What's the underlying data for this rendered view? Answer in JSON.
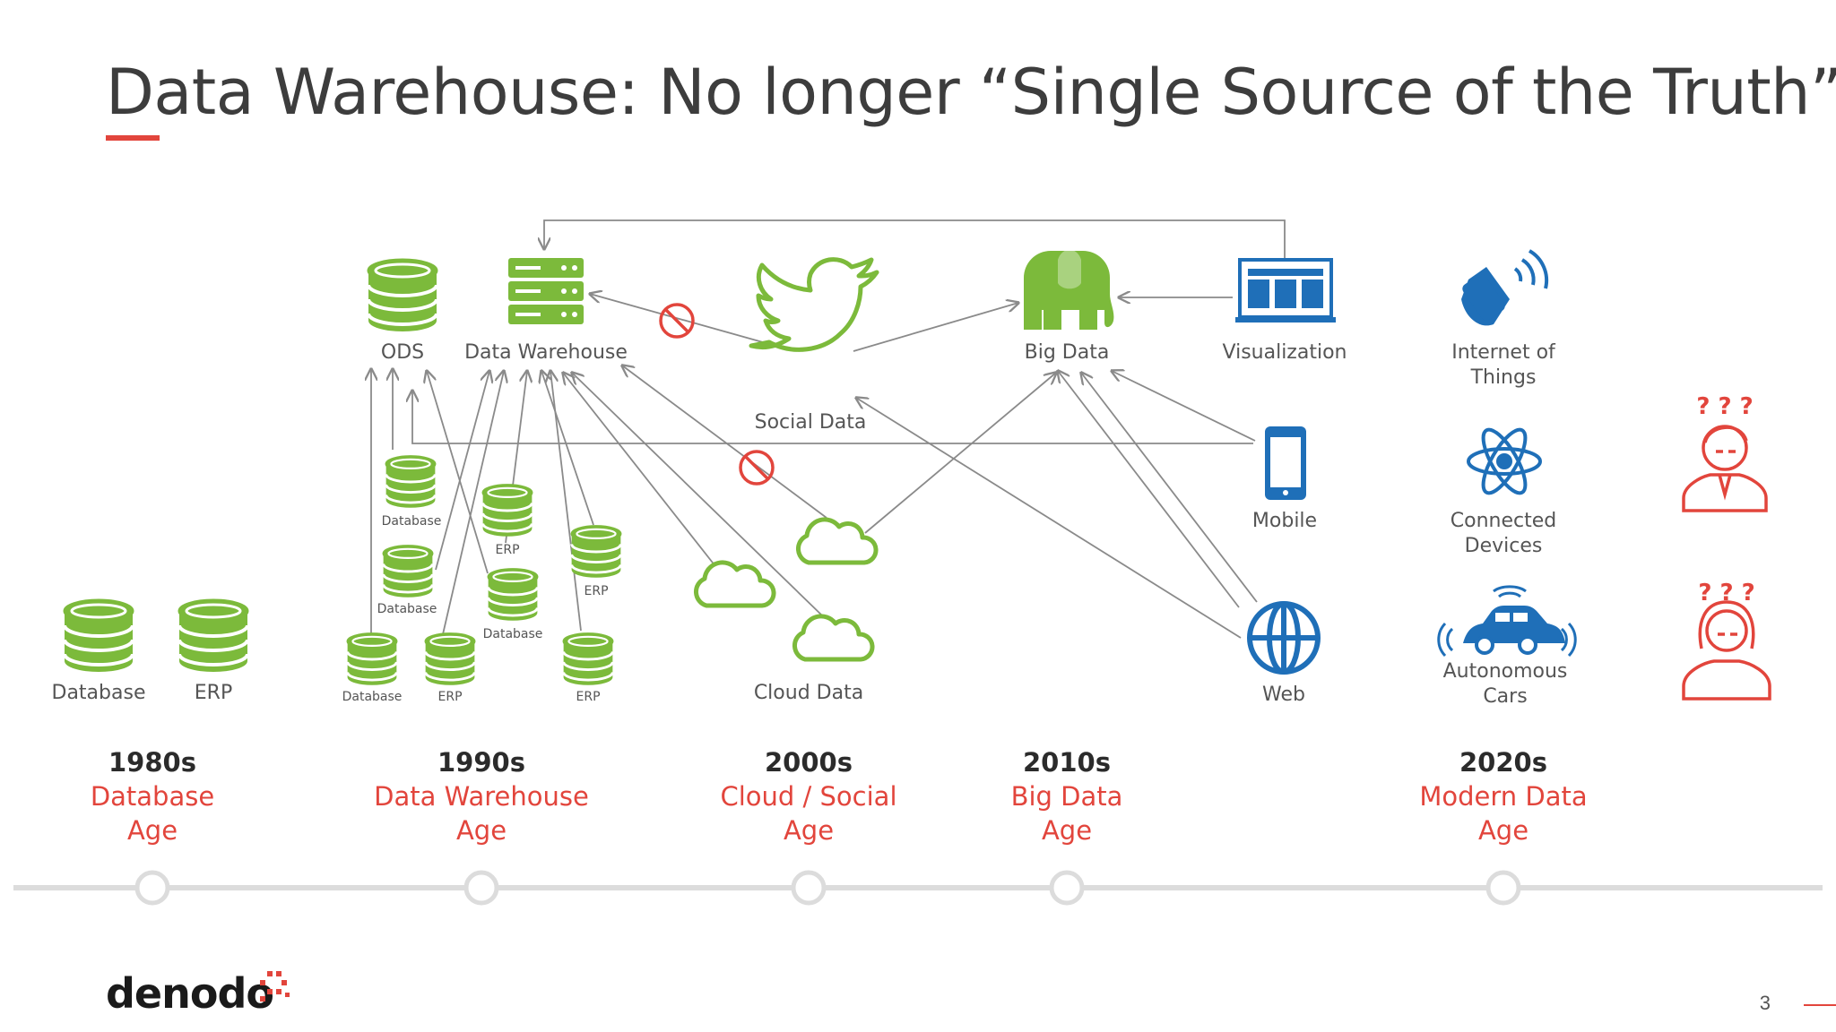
{
  "title": "Data Warehouse: No longer “Single Source of the Truth”",
  "colors": {
    "green": "#7cba3b",
    "blue": "#1f6fb8",
    "red": "#e2453c",
    "arrow": "#8a8a8a",
    "timeline": "#dcdcdc"
  },
  "nodes": {
    "database_80s": "Database",
    "erp_80s": "ERP",
    "ods": "ODS",
    "data_warehouse": "Data Warehouse",
    "social_data": "Social Data",
    "cloud_data": "Cloud Data",
    "big_data": "Big Data",
    "visualization": "Visualization",
    "mobile": "Mobile",
    "web": "Web",
    "iot": "Internet of\nThings",
    "connected_devices": "Connected\nDevices",
    "autonomous_cars": "Autonomous\nCars"
  },
  "small_labels": {
    "db1": "Database",
    "erp1": "ERP",
    "db2": "Database",
    "db3": "Database",
    "db4": "Database",
    "erp2": "ERP",
    "erp3": "ERP",
    "erp4": "ERP"
  },
  "question_marks": "? ? ?",
  "eras": [
    {
      "year": "1980s",
      "name": "Database\nAge"
    },
    {
      "year": "1990s",
      "name": "Data Warehouse\nAge"
    },
    {
      "year": "2000s",
      "name": "Cloud / Social\nAge"
    },
    {
      "year": "2010s",
      "name": "Big Data\nAge"
    },
    {
      "year": "2020s",
      "name": "Modern Data\nAge"
    }
  ],
  "footer": {
    "logo": "denodo",
    "page_number": "3"
  }
}
